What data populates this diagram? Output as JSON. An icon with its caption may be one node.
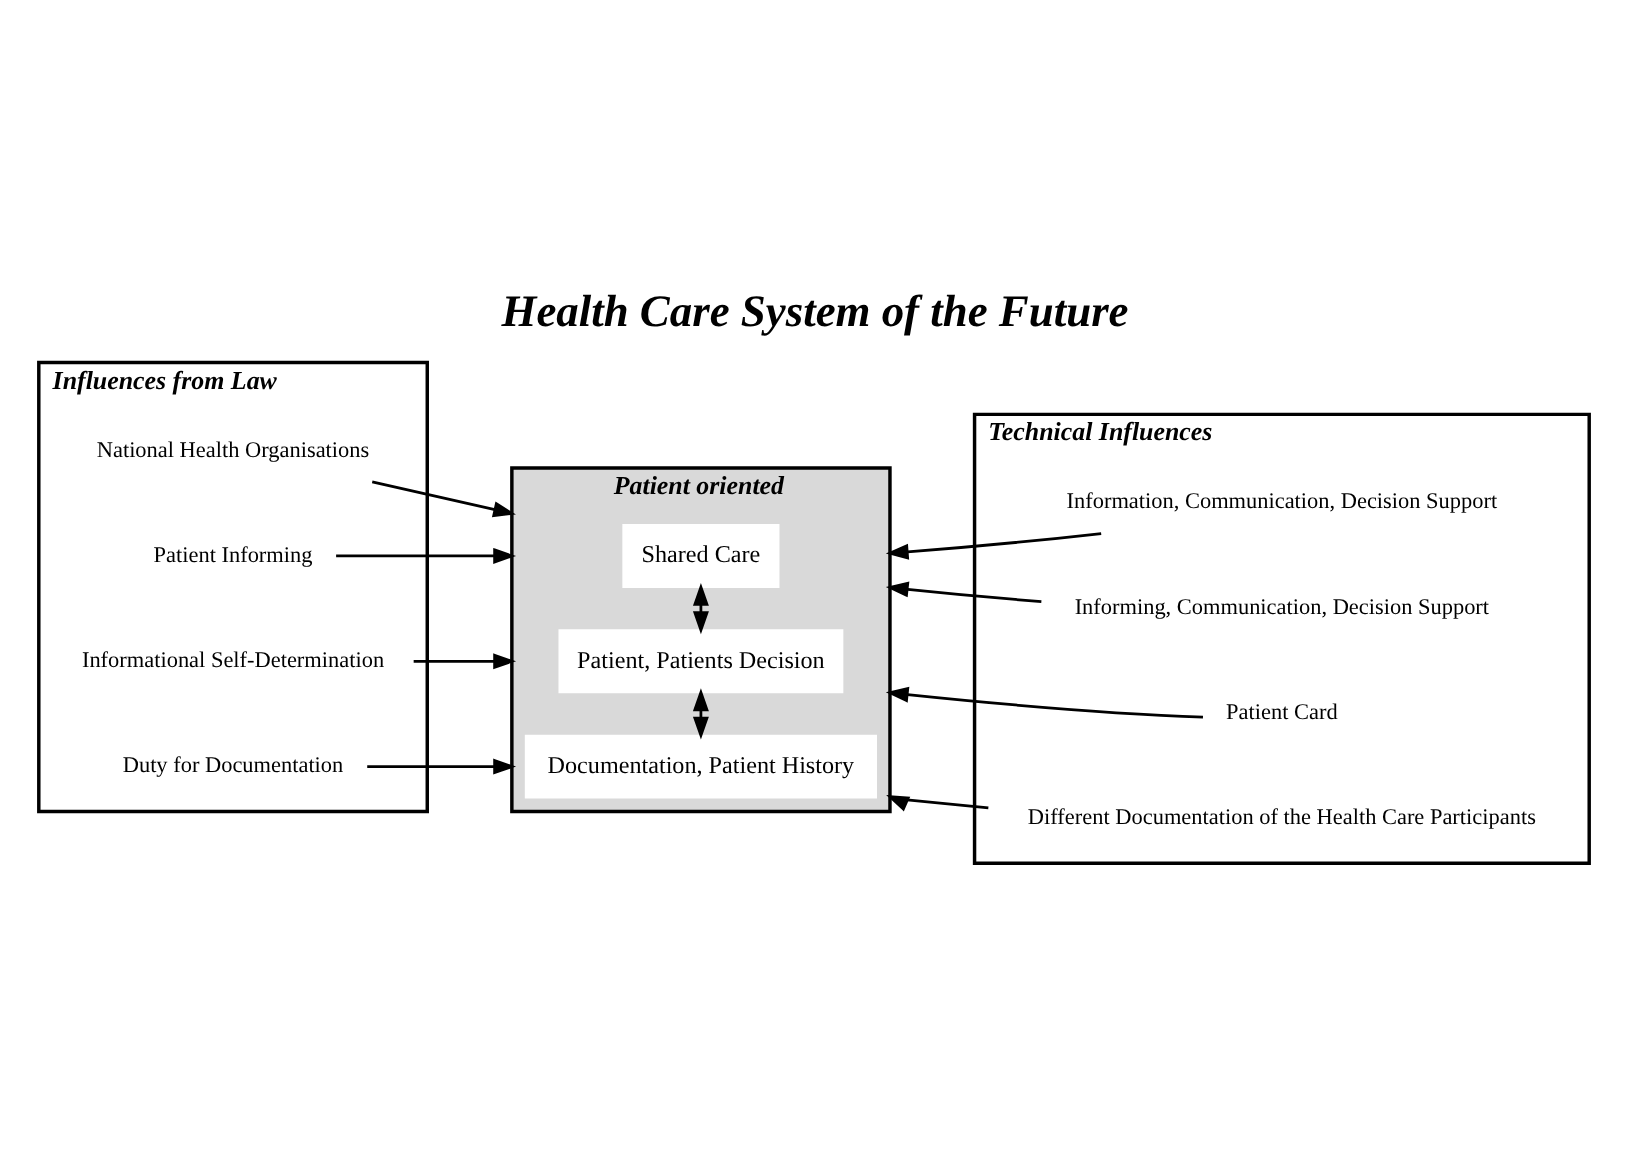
{
  "diagram": {
    "title": "Health Care System of the Future",
    "nodes": [
      {
        "text": [
          "Influences from Law"
        ]
      },
      {
        "text": [
          "National Health Organisations"
        ],
        "in": 0
      },
      {
        "text": [
          "Patient Informing"
        ],
        "in": 0
      },
      {
        "text": [
          "Informational Self-Determination"
        ],
        "in": 0
      },
      {
        "text": [
          "Duty for Documentation"
        ],
        "in": 0
      },
      {
        "text": [
          "Patient oriented"
        ]
      },
      {
        "text": [
          "Shared Care"
        ],
        "in": 5
      },
      {
        "text": [
          "Patient, Patients Decision"
        ],
        "in": 5
      },
      {
        "text": [
          "Documentation, Patient History"
        ],
        "in": 5
      },
      {
        "text": [
          "Technical Influences"
        ]
      },
      {
        "text": [
          "Information, Communication, Decision Support"
        ],
        "in": 9
      },
      {
        "text": [
          "Informing, Communication, Decision Support"
        ],
        "in": 9
      },
      {
        "text": [
          "Patient Card"
        ],
        "in": 9
      },
      {
        "text": [
          "Different Documentation of the Health Care Participants"
        ],
        "in": 9
      }
    ],
    "edges": [
      {
        "from": 1,
        "to": 5,
        "arrow": "to"
      },
      {
        "from": 2,
        "to": 5,
        "arrow": "to"
      },
      {
        "from": 3,
        "to": 5,
        "arrow": "to"
      },
      {
        "from": 4,
        "to": 5,
        "arrow": "to"
      },
      {
        "from": 6,
        "to": 7,
        "arrow": "both"
      },
      {
        "from": 7,
        "to": 8,
        "arrow": "both"
      },
      {
        "from": 10,
        "to": 5,
        "arrow": "to"
      },
      {
        "from": 11,
        "to": 5,
        "arrow": "to"
      },
      {
        "from": 12,
        "to": 5,
        "arrow": "to"
      },
      {
        "from": 13,
        "to": 5,
        "arrow": "to"
      }
    ]
  }
}
